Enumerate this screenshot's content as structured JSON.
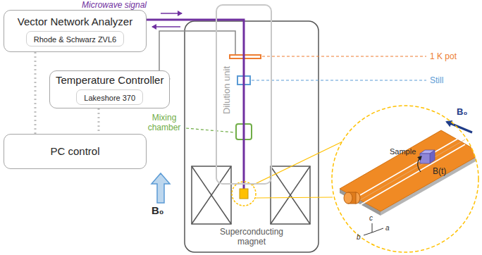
{
  "diagram": {
    "nodes": [
      {
        "text": [
          "Vector Network Analyzer",
          "Rhode & Schwarz ZVL6"
        ]
      },
      {
        "text": [
          "Temperature Controller",
          "Lakeshore 370"
        ]
      },
      {
        "text": [
          "PC control"
        ]
      },
      {
        "text": [
          "Dilution unit"
        ]
      }
    ],
    "edges": [
      {
        "from": 0,
        "to": 2,
        "arrow": "none"
      },
      {
        "from": 1,
        "to": 2,
        "arrow": "none"
      },
      {
        "from": 1,
        "to": 3,
        "arrow": "none"
      }
    ],
    "labels": [
      "Microwave signal",
      "1 K pot",
      "Still",
      "Mixing chamber",
      "B₀",
      "Superconducting magnet",
      "Sample",
      "B₀",
      "B(t)",
      "b",
      "c",
      "a"
    ]
  }
}
